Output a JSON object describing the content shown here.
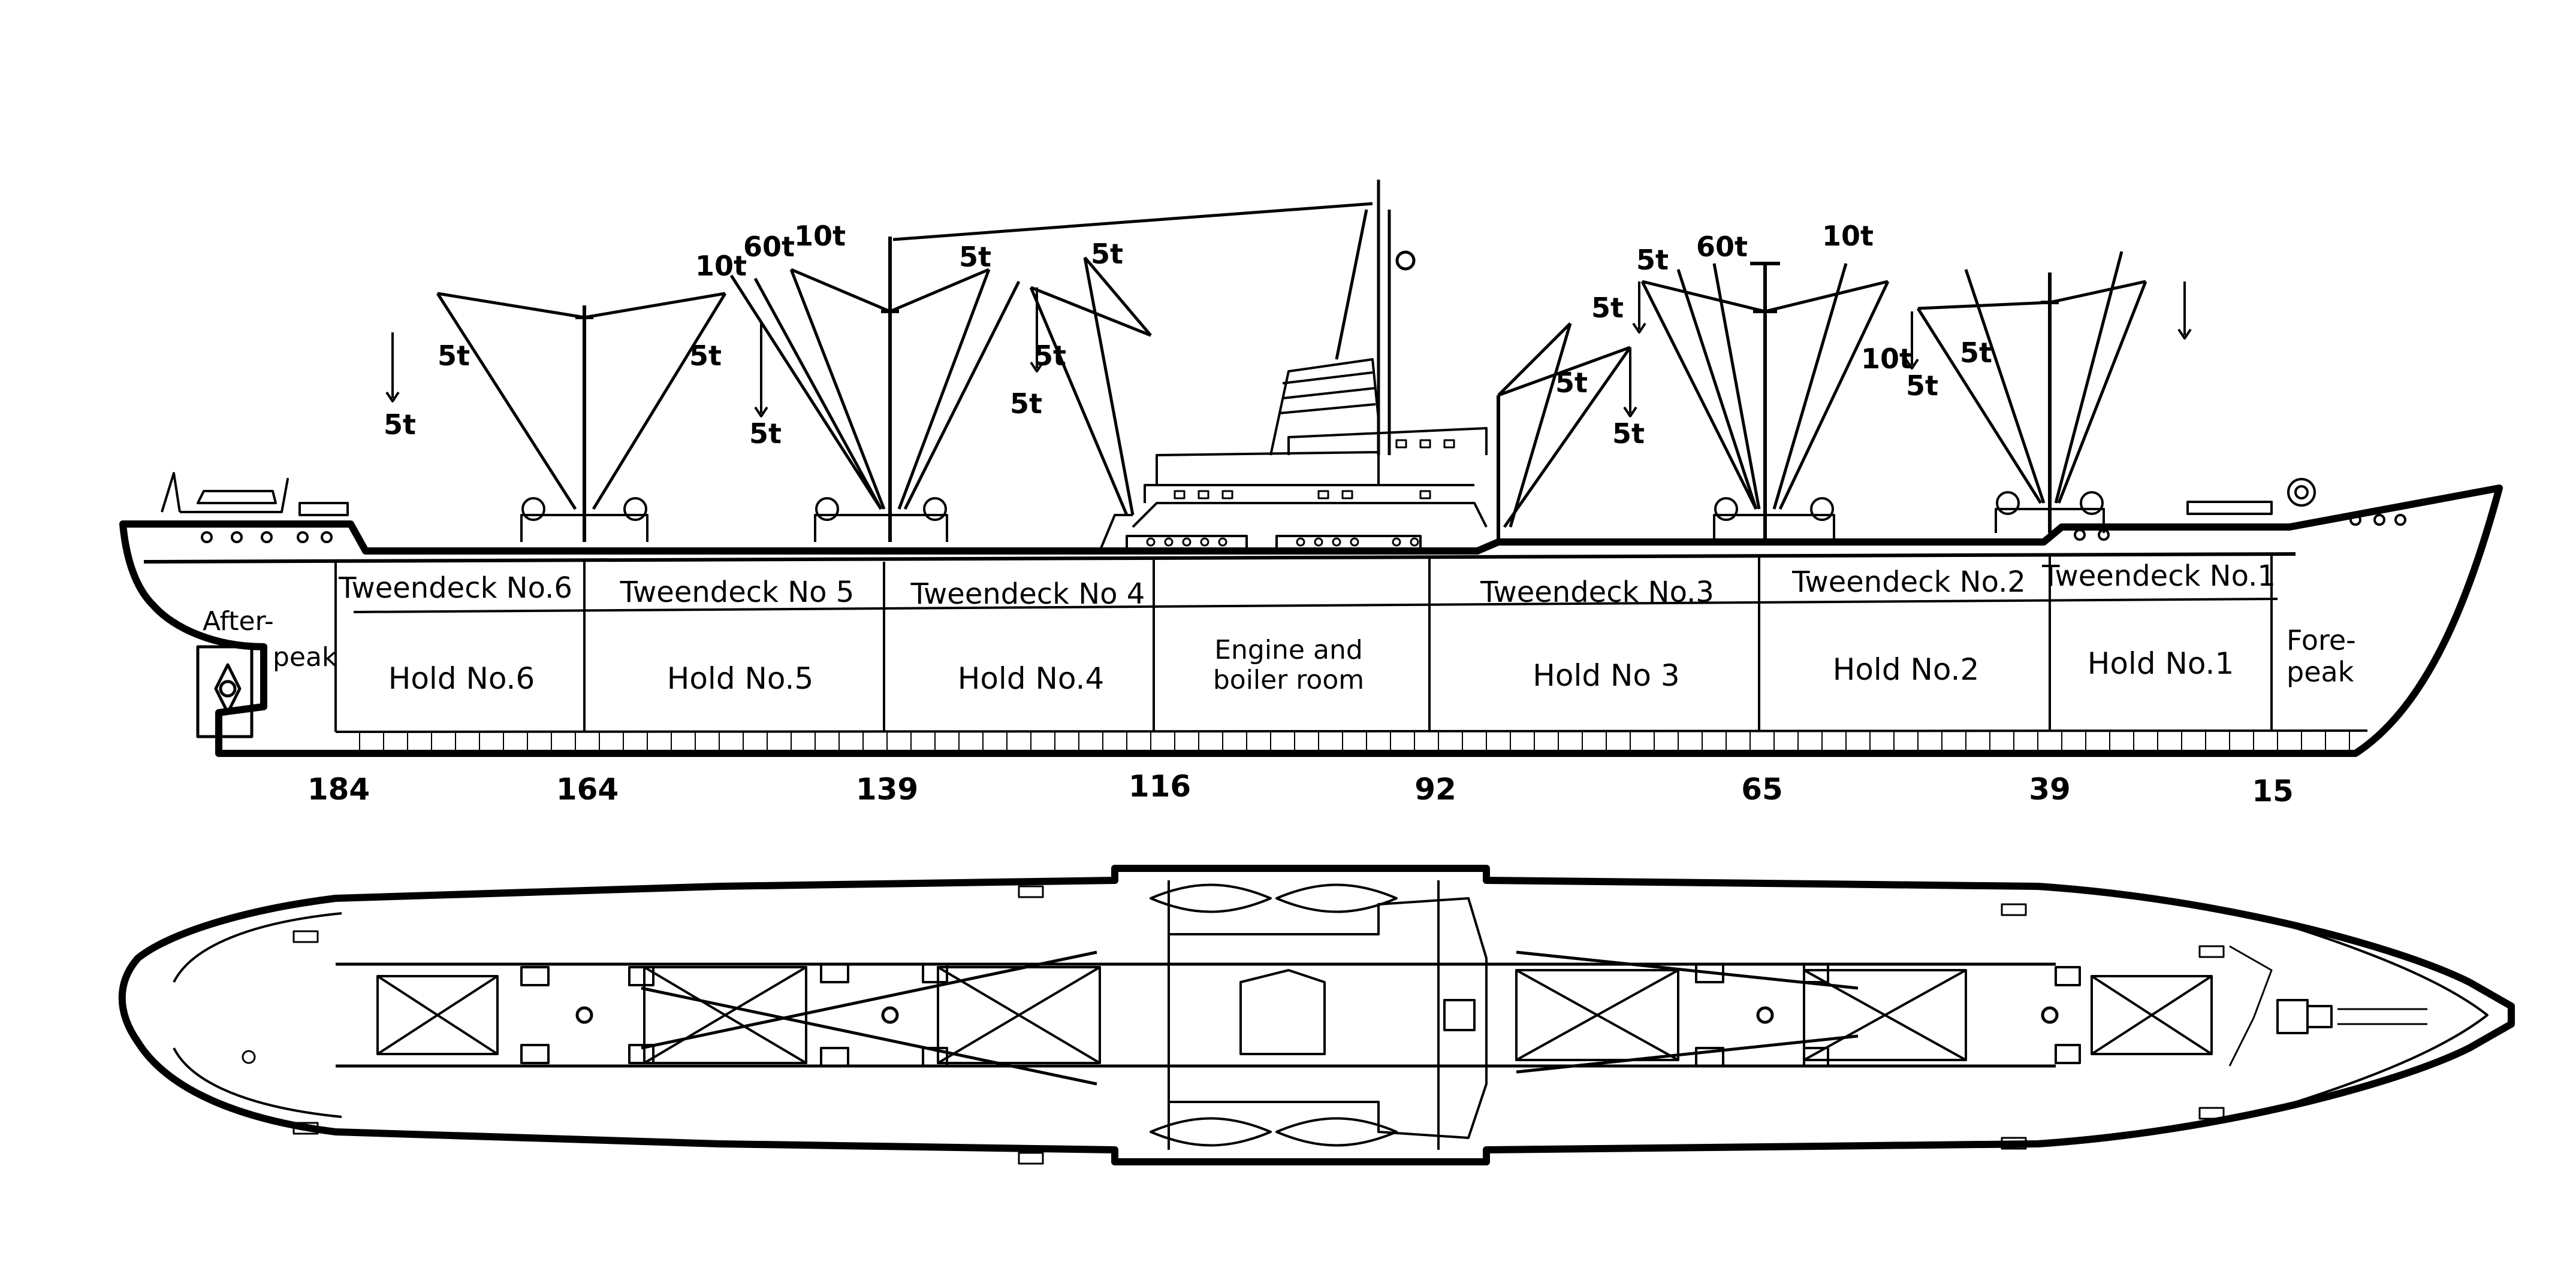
{
  "profile": {
    "compartments": [
      {
        "id": "tweendeck-6",
        "text": "Tweendeck No.6"
      },
      {
        "id": "tweendeck-5",
        "text": "Tweendeck No 5"
      },
      {
        "id": "tweendeck-4",
        "text": "Tweendeck No 4"
      },
      {
        "id": "tweendeck-3",
        "text": "Tweendeck No.3"
      },
      {
        "id": "tweendeck-2",
        "text": "Tweendeck No.2"
      },
      {
        "id": "tweendeck-1",
        "text": "Tweendeck No.1"
      },
      {
        "id": "hold-6",
        "text": "Hold No.6"
      },
      {
        "id": "hold-5",
        "text": "Hold No.5"
      },
      {
        "id": "hold-4",
        "text": "Hold No.4"
      },
      {
        "id": "hold-3",
        "text": "Hold No 3"
      },
      {
        "id": "hold-2",
        "text": "Hold No.2"
      },
      {
        "id": "hold-1",
        "text": "Hold No.1"
      }
    ],
    "afterpeak": [
      "After-",
      "peak"
    ],
    "forepeak": [
      "Fore-",
      "peak"
    ],
    "engine_room": [
      "Engine  and",
      "boiler  room"
    ],
    "frame_numbers": [
      "184",
      "164",
      "139",
      "116",
      "92",
      "65",
      "39",
      "15"
    ],
    "derrick_capacities": [
      "5t",
      "5t",
      "5t",
      "10t",
      "60t",
      "10t",
      "5t",
      "5t",
      "5t",
      "5t",
      "5t",
      "5t",
      "5t",
      "60t",
      "10t",
      "10t",
      "5t",
      "5t",
      "5t",
      "5t"
    ]
  }
}
